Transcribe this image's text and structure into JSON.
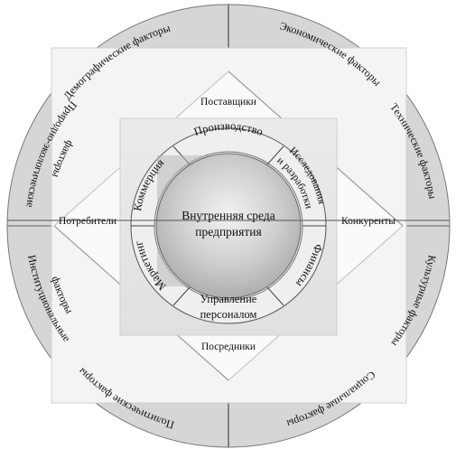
{
  "outer_factors": {
    "top_left": "Демографические факторы",
    "top_right": "Экономические факторы",
    "right_upper": "Технические факторы",
    "right_lower": "Культурные факторы",
    "bottom_right": "Социальные факторы",
    "bottom_left": "Политические факторы",
    "left_lower": [
      "Институциональные",
      "факторы"
    ],
    "left_upper": [
      "Природно-экологические",
      "факторы"
    ]
  },
  "middle_actors": {
    "top": "Поставщики",
    "right": "Конкуренты",
    "bottom": "Посредники",
    "left": "Потребители"
  },
  "inner_functions": {
    "top": "Производство",
    "top_right": [
      "Исследования",
      "и разработки"
    ],
    "bottom_right": "Финансы",
    "bottom": [
      "Управление",
      "персоналом"
    ],
    "bottom_left": "Маркетинг",
    "top_left": "Коммерция"
  },
  "center": [
    "Внутренняя среда",
    "предприятия"
  ],
  "colors": {
    "outer_ring": "#d6d6d6",
    "square_panel": "#f4f4f4",
    "diamond": "#fafafa",
    "inner_panel": "#e6e6e6",
    "inner_ring": "#efefef",
    "center_light": "#f2f2f2",
    "center_dark": "#a9a9a9",
    "stroke": "#555555"
  }
}
